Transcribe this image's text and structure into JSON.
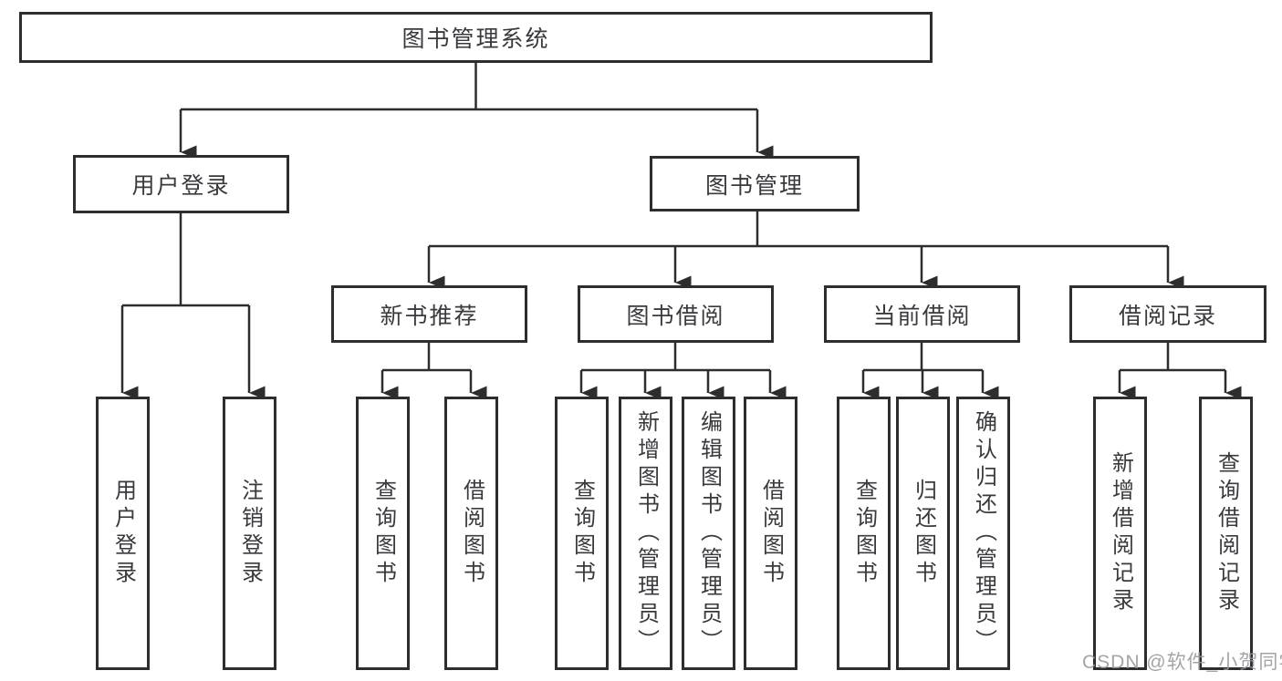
{
  "diagram": {
    "root": "图书管理系统",
    "user": {
      "label": "用户登录",
      "children": [
        "用户登录",
        "注销登录"
      ]
    },
    "books": {
      "label": "图书管理",
      "groups": [
        {
          "label": "新书推荐",
          "children": [
            "查询图书",
            "借阅图书"
          ]
        },
        {
          "label": "图书借阅",
          "children": [
            "查询图书",
            "新增图书（管理员）",
            "编辑图书（管理员）",
            "借阅图书"
          ]
        },
        {
          "label": "当前借阅",
          "children": [
            "查询图书",
            "归还图书",
            "确认归还（管理员）"
          ]
        },
        {
          "label": "借阅记录",
          "children": [
            "新增借阅记录",
            "查询借阅记录"
          ]
        }
      ]
    }
  },
  "watermark": "CSDN @软件_小贺同学",
  "colors": {
    "line": "#2d2d2d",
    "box_border": "#2d2d2d",
    "text": "#3a3a3e",
    "background": "#ffffff",
    "watermark": "#97979d"
  }
}
